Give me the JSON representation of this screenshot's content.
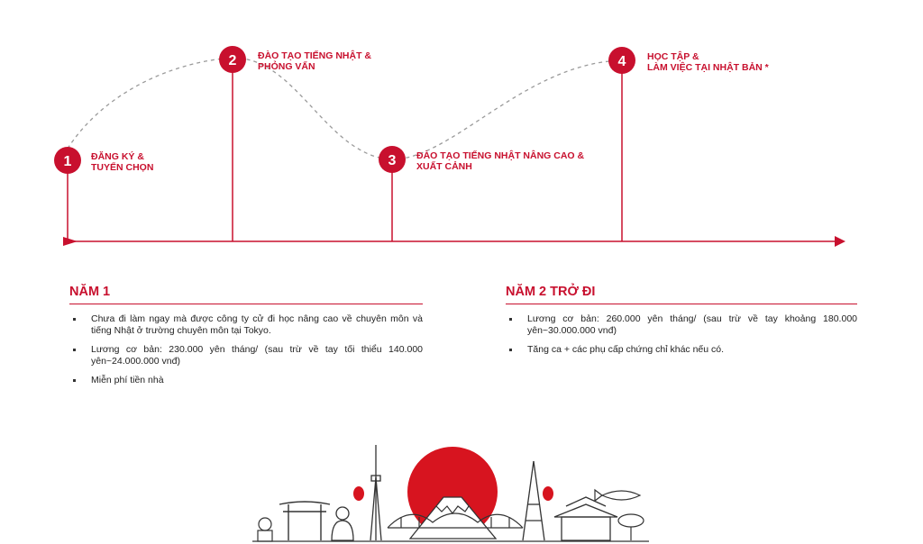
{
  "steps": [
    {
      "number": "1",
      "line1": "ĐĂNG KÝ &",
      "line2": "TUYỂN CHỌN"
    },
    {
      "number": "2",
      "line1": "ĐÀO TẠO TIẾNG NHẬT &",
      "line2": "PHỎNG VẤN"
    },
    {
      "number": "3",
      "line1": "ĐÀO TẠO TIẾNG NHẬT NÂNG CAO &",
      "line2": "XUẤT CẢNH"
    },
    {
      "number": "4",
      "line1": "HỌC TẬP &",
      "line2": "LÀM VIỆC TẠI NHẬT BẢN *"
    }
  ],
  "year1": {
    "title": "NĂM 1",
    "items": [
      "Chưa đi làm ngay mà được công ty cử đi học nâng cao về chuyên môn và tiếng Nhật ở trường chuyên môn tại Tokyo.",
      "Lương cơ bản: 230.000 yên tháng/ (sau trừ về tay tối thiểu 140.000 yên~24.000.000 vnđ)",
      "Miễn phí tiền nhà"
    ]
  },
  "year2": {
    "title": "NĂM 2 TRỞ ĐI",
    "items": [
      "Lương cơ bản: 260.000 yên tháng/ (sau trừ về tay khoảng 180.000 yên~30.000.000 vnđ)",
      "Tăng ca + các phụ cấp chứng chỉ khác nếu có."
    ]
  },
  "colors": {
    "accent": "#c8102e",
    "dashed": "#9a9a9a"
  },
  "illustration": {
    "icon": "japan-landmarks-illustration"
  }
}
